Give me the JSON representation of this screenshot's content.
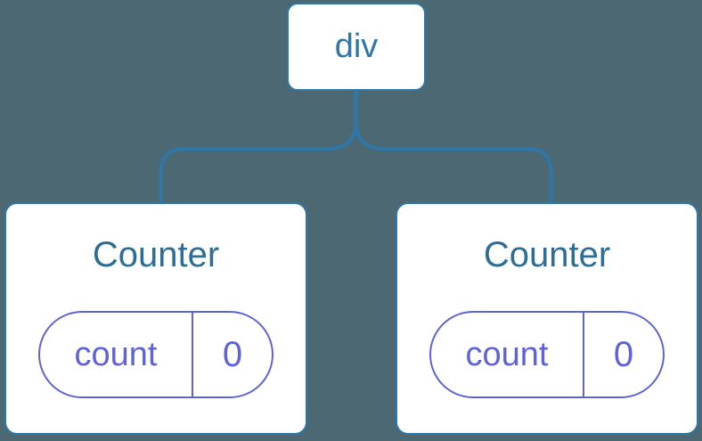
{
  "diagram": {
    "kind": "component-tree",
    "root": {
      "label": "div"
    },
    "children": [
      {
        "title": "Counter",
        "state": {
          "key": "count",
          "value": "0"
        }
      },
      {
        "title": "Counter",
        "state": {
          "key": "count",
          "value": "0"
        }
      }
    ]
  },
  "colors": {
    "background": "#4C6873",
    "card_bg": "#FFFFFF",
    "node_blue": "#2E77A8",
    "title_blue": "#2E6E96",
    "pill_purple": "#5F63D9"
  }
}
